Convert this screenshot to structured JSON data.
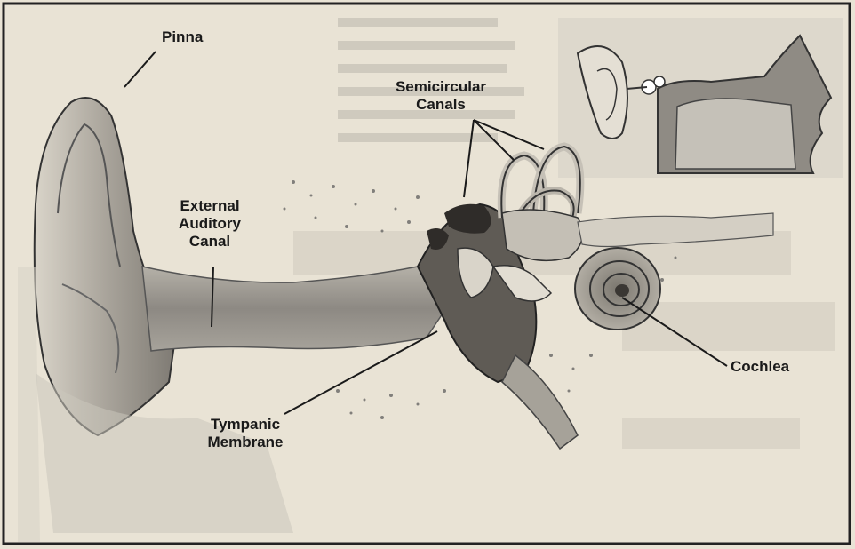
{
  "labels": {
    "pinna": "Pinna",
    "semicircular_line1": "Semicircular",
    "semicircular_line2": "Canals",
    "external_line1": "External",
    "external_line2": "Auditory",
    "external_line3": "Canal",
    "cochlea": "Cochlea",
    "tympanic_line1": "Tympanic",
    "tympanic_line2": "Membrane"
  },
  "colors": {
    "paper": "#e9e3d5",
    "ink": "#1a1a1a",
    "canal_tone": "#8a8680",
    "bone": "#c8c4bb"
  }
}
